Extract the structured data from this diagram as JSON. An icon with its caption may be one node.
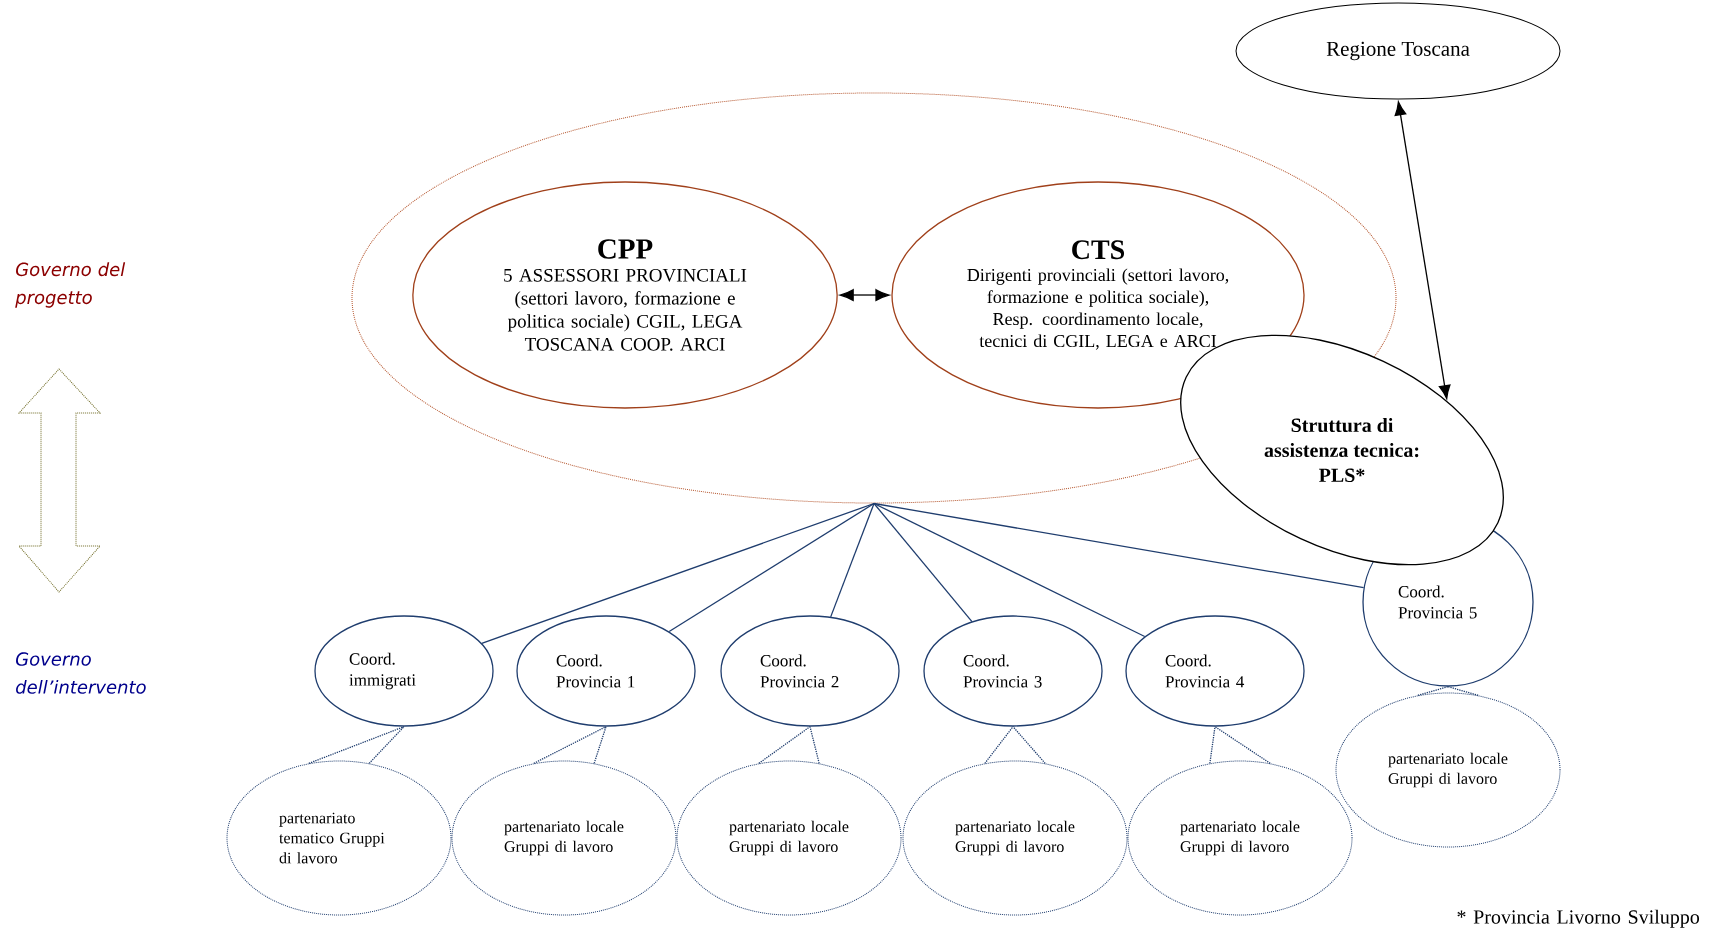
{
  "diagram": {
    "nodes": [
      {
        "text": [
          "Regione Toscana"
        ]
      },
      {
        "text": [],
        "shape": "ellipse"
      },
      {
        "text": [
          "CPP",
          "5 ASSESSORI PROVINCIALI (settori lavoro, formazione e politica sociale) CGIL, LEGA TOSCANA COOP. ARCI"
        ],
        "in": 1
      },
      {
        "text": [
          "CTS",
          "Dirigenti provinciali (settori lavoro, formazione e politica sociale), Resp. coordinamento locale, tecnici di CGIL, LEGA e ARCI"
        ],
        "in": 1
      },
      {
        "text": [
          "Struttura di assistenza tecnica: PLS*"
        ]
      },
      {
        "text": [
          "Coord. immigrati"
        ]
      },
      {
        "text": [
          "Coord. Provincia 1"
        ]
      },
      {
        "text": [
          "Coord. Provincia 2"
        ]
      },
      {
        "text": [
          "Coord. Provincia 3"
        ]
      },
      {
        "text": [
          "Coord. Provincia 4"
        ]
      },
      {
        "text": [
          "Coord. Provincia 5"
        ]
      },
      {
        "text": [
          "partenariato tematico Gruppi di lavoro"
        ]
      },
      {
        "text": [
          "partenariato locale Gruppi di lavoro"
        ]
      },
      {
        "text": [
          "partenariato locale Gruppi di lavoro"
        ]
      },
      {
        "text": [
          "partenariato locale Gruppi di lavoro"
        ]
      },
      {
        "text": [
          "partenariato locale Gruppi di lavoro"
        ]
      },
      {
        "text": [
          "partenariato locale Gruppi di lavoro"
        ]
      }
    ],
    "edges": [
      {
        "from": 0,
        "to": 4,
        "arrow": "both",
        "color": "#000000"
      },
      {
        "from": 2,
        "to": 3,
        "arrow": "both",
        "color": "#000000"
      },
      {
        "from": 1,
        "to": 5,
        "arrow": "none"
      },
      {
        "from": 1,
        "to": 6,
        "arrow": "none"
      },
      {
        "from": 1,
        "to": 7,
        "arrow": "none"
      },
      {
        "from": 1,
        "to": 8,
        "arrow": "none"
      },
      {
        "from": 1,
        "to": 9,
        "arrow": "none"
      },
      {
        "from": 1,
        "to": 10,
        "arrow": "none"
      },
      {
        "from": 11,
        "to": 5,
        "arrow": "none",
        "style": "dashed"
      },
      {
        "from": 12,
        "to": 6,
        "arrow": "none",
        "style": "dashed"
      },
      {
        "from": 13,
        "to": 7,
        "arrow": "none",
        "style": "dashed"
      },
      {
        "from": 14,
        "to": 8,
        "arrow": "none",
        "style": "dashed"
      },
      {
        "from": 15,
        "to": 9,
        "arrow": "none",
        "style": "dashed"
      },
      {
        "from": 16,
        "to": 10,
        "arrow": "none",
        "style": "dashed"
      }
    ],
    "labels": [
      "Governo del progetto",
      "Governo dell’intervento",
      "* Provincia Livorno Sviluppo"
    ]
  }
}
